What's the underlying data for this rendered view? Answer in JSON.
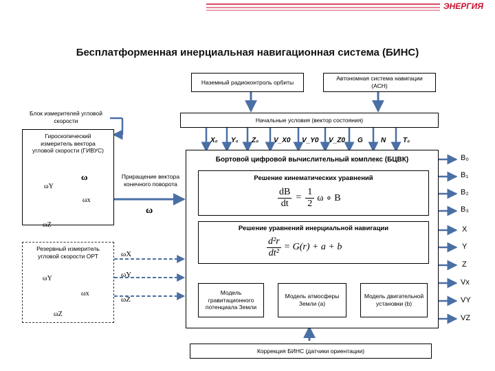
{
  "header": {
    "logo_text": "ЭНЕРГИЯ",
    "accent_color": "#c8102e"
  },
  "title": "Бесплатформенная инерциальная навигационная система (БИНС)",
  "boxes": {
    "ground_radio": "Наземный радиоконтроль орбиты",
    "autonomous_nav": "Автономная система навигации (АСН)",
    "initial_conditions": "Начальные условия (вектор состояния)",
    "sensor_block_label": "Блок измерителей угловой скорости",
    "gyro_meter": "Гироскопический измеритель вектора угловой скорости (ГИВУС)",
    "reserve_meter": "Резервный измеритель угловой скорости ОРТ",
    "increment": "Приращение вектора конечного поворота",
    "computer": "Бортовой цифровой вычислительный комплекс (БЦВК)",
    "kinematic_title": "Решение кинематических уравнений",
    "inertial_title": "Решение уравнений инерциальной навигации",
    "gravity_model": "Модель гравитационного потенциала Земли",
    "atmosphere_model": "Модель атмосферы Земли (а)",
    "engine_model": "Модель двигательной установки (b)",
    "correction": "Коррекция БИНС (датчики ориентации)"
  },
  "state_inputs": [
    "X₀",
    "Y₀",
    "Z₀",
    "V_X0",
    "V_Y0",
    "V_Z0",
    "G",
    "N",
    "T₀"
  ],
  "gyro_axes": {
    "wy": "ωY",
    "wx": "ωx",
    "wz": "ωZ",
    "omega_vec": "ω"
  },
  "reserve_axes": {
    "wy": "ωY",
    "wx": "ωx",
    "wz": "ωZ"
  },
  "reserve_outputs": [
    "ωX",
    "ωY",
    "ωZ"
  ],
  "increment_symbol": "ω",
  "equations": {
    "kinematic_lhs_num": "dB",
    "kinematic_lhs_den": "dt",
    "kinematic_rhs_num": "1",
    "kinematic_rhs_den": "2",
    "kinematic_rhs_tail": "ω ∘ B",
    "inertial_lhs_num": "d²r",
    "inertial_lhs_den": "dt²",
    "inertial_rhs": "= G(r) + a + b"
  },
  "outputs": [
    "B₀",
    "B₁",
    "B₂",
    "B₃",
    "X",
    "Y",
    "Z",
    "Vx",
    "VY",
    "VZ"
  ]
}
